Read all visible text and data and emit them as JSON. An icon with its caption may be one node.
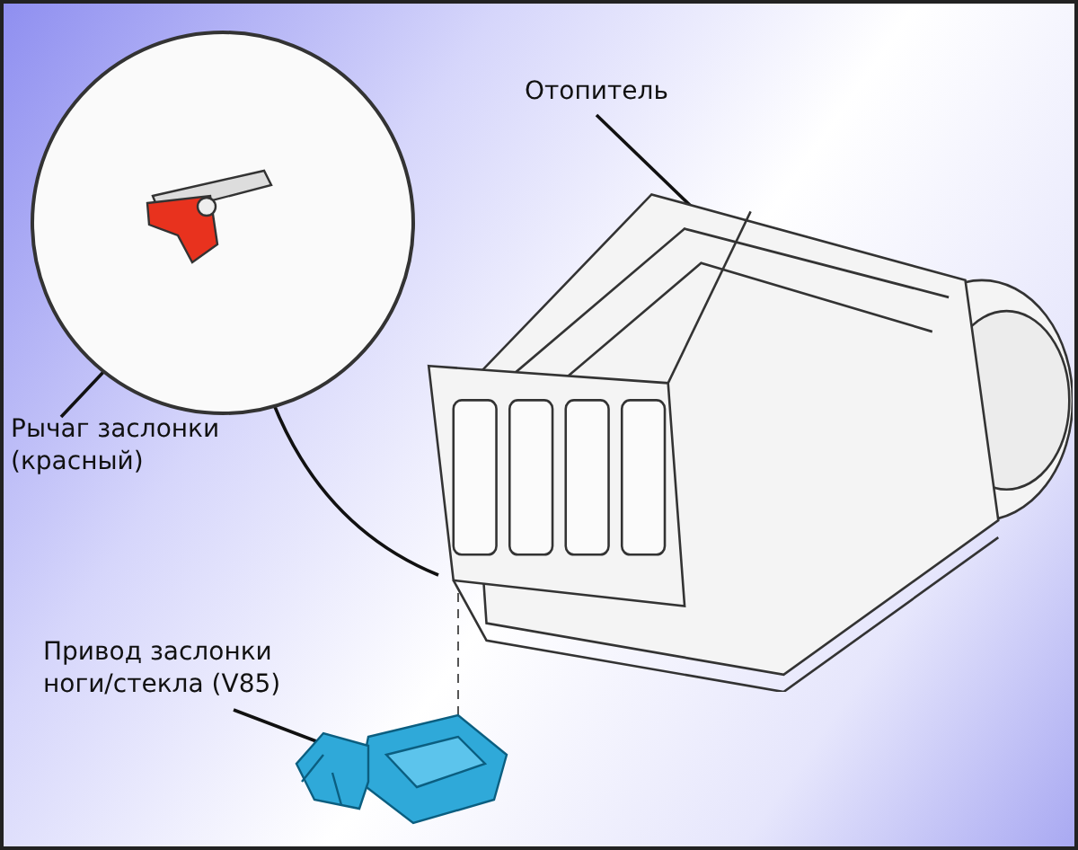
{
  "diagram": {
    "nodes": [
      {
        "text": [
          "Отопитель"
        ]
      },
      {
        "text": [],
        "shape": "picture"
      },
      {
        "text": [],
        "shape": "circle"
      },
      {
        "text": [],
        "shape": "picture",
        "in": 2
      },
      {
        "text": [
          "Рычаг заслонки (красный)"
        ]
      },
      {
        "text": [],
        "shape": "picture"
      },
      {
        "text": [
          "Привод заслонки ноги/стекла (V85)"
        ]
      }
    ],
    "edges": [
      {
        "from": 0,
        "to": 1,
        "arrow": "none"
      },
      {
        "from": 4,
        "to": 3,
        "arrow": "none"
      },
      {
        "from": 2,
        "to": 1,
        "arrow": "none"
      },
      {
        "from": 6,
        "to": 5,
        "arrow": "none"
      },
      {
        "from": 1,
        "to": 5,
        "arrow": "none",
        "style": "dashed"
      }
    ]
  }
}
